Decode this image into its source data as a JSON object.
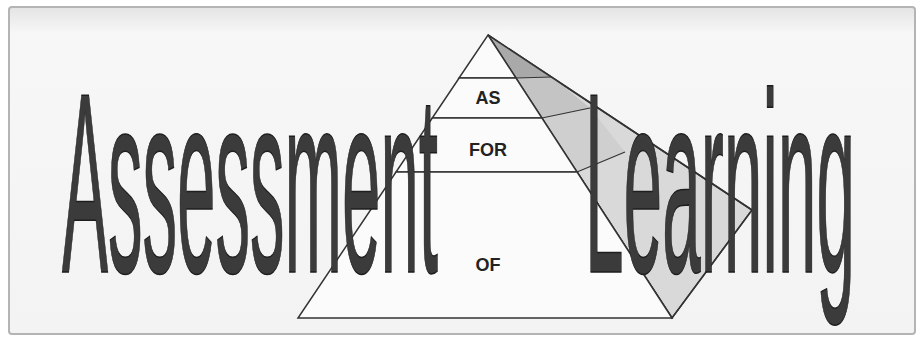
{
  "diagram": {
    "nodes": [
      {
        "text": [
          "AS"
        ]
      },
      {
        "text": [
          "FOR"
        ]
      },
      {
        "text": [
          "OF"
        ]
      }
    ],
    "labels": [
      "Assessment",
      "Learning"
    ]
  }
}
